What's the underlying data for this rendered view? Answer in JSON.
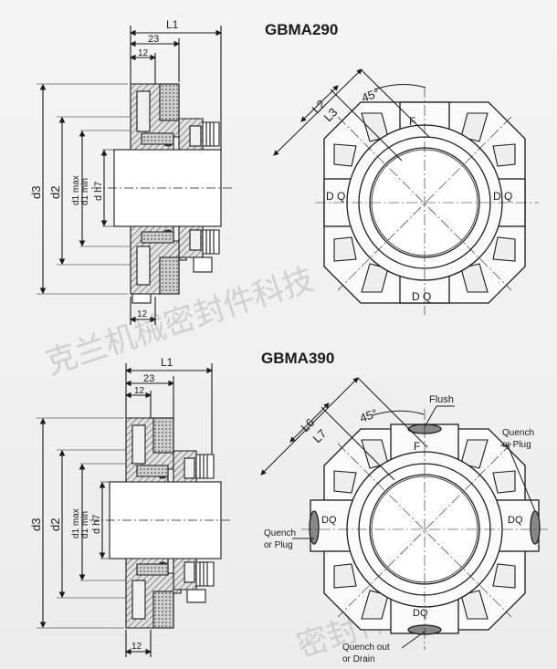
{
  "top": {
    "title": "GBMA290",
    "dims": {
      "L1": "L1",
      "d23": "23",
      "d12": "12",
      "d12b": "12",
      "d3": "d3",
      "d2": "d2",
      "d1max": "d1 max",
      "d1min": "d1 min",
      "dh7": "d h7",
      "L2": "L2",
      "L3": "L3",
      "angle": "45°"
    },
    "ports": {
      "F": "F",
      "DQleft": "D Q",
      "DQright": "D Q",
      "DQbottom": "D Q"
    }
  },
  "bottom": {
    "title": "GBMA390",
    "dims": {
      "L1": "L1",
      "d23": "23",
      "d12": "12",
      "d12b": "12",
      "d3": "d3",
      "d2": "d2",
      "d1max": "d1 max",
      "d1min": "d1 min",
      "dh7": "d h7",
      "L6": "L6",
      "L7": "L7",
      "angle": "45°"
    },
    "ports": {
      "F": "F",
      "DQleft": "DQ",
      "DQright": "DQ",
      "DQbottom": "DQ"
    },
    "callouts": {
      "flush": "Flush",
      "quenchRight1": "Quench",
      "quenchRight2": "or Plug",
      "quenchLeft1": "Quench",
      "quenchLeft2": "or Plug",
      "quenchOut1": "Quench out",
      "quenchOut2": "or Drain"
    }
  },
  "watermark": {
    "line1": "克兰机械密封件科技（无锡）有限",
    "line2": "密封件科技（无"
  },
  "colors": {
    "line": "#1a1a1a",
    "fill_light": "#ffffff",
    "hatch": "#444444",
    "watermark": "#bdbdbd"
  }
}
